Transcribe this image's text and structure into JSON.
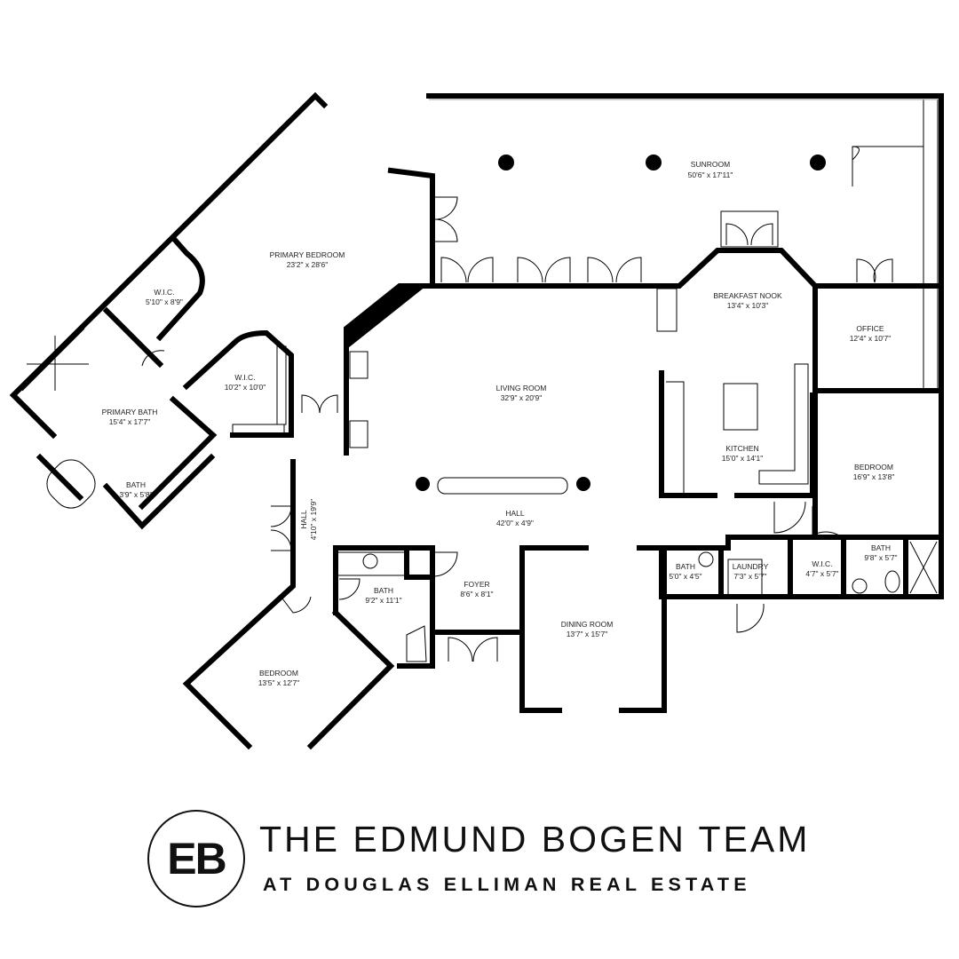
{
  "rooms": {
    "sunroom": {
      "name": "SUNROOM",
      "dims": "50'6\" x 17'11\""
    },
    "primary_bedroom": {
      "name": "PRIMARY BEDROOM",
      "dims": "23'2\" x 28'6\""
    },
    "wic_1": {
      "name": "W.I.C.",
      "dims": "5'10\" x 8'9\""
    },
    "wic_2": {
      "name": "W.I.C.",
      "dims": "10'2\" x 10'0\""
    },
    "primary_bath": {
      "name": "PRIMARY BATH",
      "dims": "15'4\" x 17'7\""
    },
    "bath_small": {
      "name": "BATH",
      "dims": "3'9\" x 5'8\""
    },
    "breakfast_nook": {
      "name": "BREAKFAST NOOK",
      "dims": "13'4\" x 10'3\""
    },
    "office": {
      "name": "OFFICE",
      "dims": "12'4\" x 10'7\""
    },
    "living_room": {
      "name": "LIVING ROOM",
      "dims": "32'9\" x 20'9\""
    },
    "kitchen": {
      "name": "KITCHEN",
      "dims": "15'0\" x 14'1\""
    },
    "bedroom_right": {
      "name": "BEDROOM",
      "dims": "16'9\" x 13'8\""
    },
    "hall_vertical": {
      "name": "HALL",
      "dims": "4'10\" x 19'9\""
    },
    "hall_main": {
      "name": "HALL",
      "dims": "42'0\" x 4'9\""
    },
    "bath_laundry": {
      "name": "BATH",
      "dims": "5'0\" x 4'5\""
    },
    "laundry": {
      "name": "LAUNDRY",
      "dims": "7'3\" x 5'7\""
    },
    "wic_3": {
      "name": "W.I.C.",
      "dims": "4'7\" x 5'7\""
    },
    "bath_right": {
      "name": "BATH",
      "dims": "9'8\" x 5'7\""
    },
    "bath_foyer": {
      "name": "BATH",
      "dims": "9'2\" x 11'1\""
    },
    "foyer": {
      "name": "FOYER",
      "dims": "8'6\" x 8'1\""
    },
    "dining_room": {
      "name": "DINING ROOM",
      "dims": "13'7\" x 15'7\""
    },
    "bedroom_left": {
      "name": "BEDROOM",
      "dims": "13'5\" x 12'7\""
    }
  },
  "branding": {
    "monogram": "EB",
    "title": "THE EDMUND BOGEN TEAM",
    "subtitle": "AT DOUGLAS ELLIMAN REAL ESTATE"
  }
}
